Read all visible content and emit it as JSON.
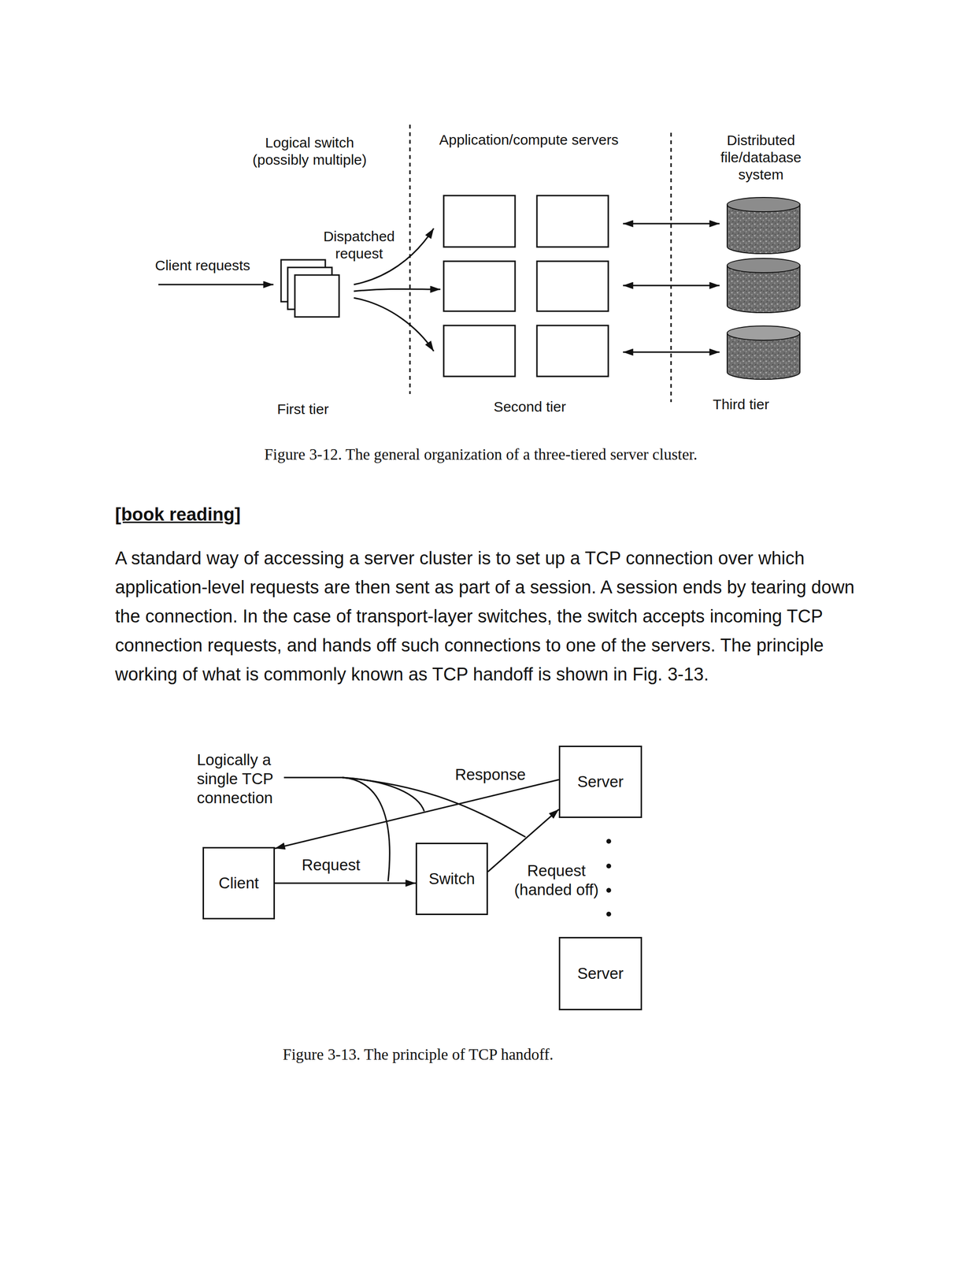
{
  "diagram": {
    "nodes": [
      {
        "text": [
          "Client"
        ]
      },
      {
        "text": [
          "Switch"
        ]
      },
      {
        "text": [
          "Server"
        ]
      },
      {
        "text": [
          "Server"
        ]
      }
    ],
    "edges": [
      {
        "from": 0,
        "to": 1,
        "label": "Request",
        "arrow": "to"
      },
      {
        "from": 1,
        "to": 2,
        "label": "Request (handed off)",
        "arrow": "to"
      },
      {
        "from": 2,
        "to": 0,
        "label": "Response",
        "arrow": "to"
      }
    ],
    "labels": [
      "Logical switch (possibly multiple)",
      "Application/compute servers",
      "Distributed file/database system",
      "Dispatched request",
      "Client requests",
      "First tier",
      "Second tier",
      "Third tier",
      "Figure 3-12. The general organization of a three-tiered server cluster.",
      "[book reading]",
      "A standard way of accessing a server cluster is to set up a TCP connection over which application-level requests are then sent as part of a session. A session ends by tearing down the connection. In the case of transport-layer switches, the switch accepts incoming TCP connection requests, and hands off such connections to one of the servers. The principle working of what is commonly known as TCP handoff is shown in Fig. 3-13.",
      "Logically a single TCP connection",
      "Figure 3-13. The principle of TCP handoff."
    ]
  }
}
